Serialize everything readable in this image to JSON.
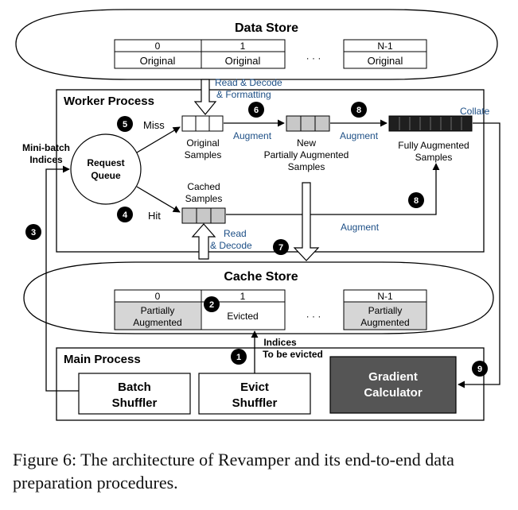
{
  "colors": {
    "accent_text": "#1d4f86",
    "evicted_fill": "#d6d6d6",
    "gradient_fill": "#555555",
    "full_fill": "#1f1f1f"
  },
  "data_store": {
    "title": "Data Store",
    "col_first": "0",
    "col_second": "1",
    "col_last": "N-1",
    "cell_first": "Original",
    "cell_second": "Original",
    "cell_last": "Original",
    "ellipsis": "· · ·"
  },
  "worker": {
    "title": "Worker Process",
    "read_decode_format_1": "Read & Decode",
    "read_decode_format_2": "& Formatting",
    "miss": "Miss",
    "hit": "Hit",
    "request_queue_1": "Request",
    "request_queue_2": "Queue",
    "original_samples_1": "Original",
    "original_samples_2": "Samples",
    "new_partial_1": "New",
    "new_partial_2": "Partially Augmented",
    "new_partial_3": "Samples",
    "fully_aug_1": "Fully Augmented",
    "fully_aug_2": "Samples",
    "cached_samples_1": "Cached",
    "cached_samples_2": "Samples",
    "augment_a": "Augment",
    "augment_b": "Augment",
    "augment_c": "Augment",
    "collate": "Collate",
    "read_decode_1": "Read",
    "read_decode_2": "& Decode"
  },
  "mini_batch_1": "Mini-batch",
  "mini_batch_2": "Indices",
  "cache_store": {
    "title": "Cache Store",
    "col_first": "0",
    "col_second": "1",
    "col_last": "N-1",
    "cell_first_1": "Partially",
    "cell_first_2": "Augmented",
    "cell_second": "Evicted",
    "cell_last_1": "Partially",
    "cell_last_2": "Augmented",
    "ellipsis": "· · ·"
  },
  "main": {
    "title": "Main Process",
    "indices_1": "Indices",
    "indices_2": "To be evicted",
    "batch_shuffler_1": "Batch",
    "batch_shuffler_2": "Shuffler",
    "evict_shuffler_1": "Evict",
    "evict_shuffler_2": "Shuffler",
    "gradient_1": "Gradient",
    "gradient_2": "Calculator"
  },
  "steps": {
    "s1": "1",
    "s2": "2",
    "s3": "3",
    "s4": "4",
    "s5": "5",
    "s6": "6",
    "s7": "7",
    "s8a": "8",
    "s8b": "8",
    "s9": "9"
  },
  "caption": "Figure 6: The architecture of Revamper and its end-to-end data preparation procedures."
}
